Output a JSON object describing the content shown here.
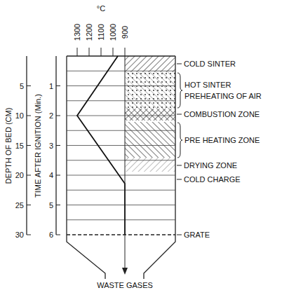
{
  "diagram": {
    "labels": [
      "1300",
      "1200",
      "1100",
      "1000",
      "900",
      "°C",
      "DEPTH OF BED (CM)",
      "TIME AFTER IGNITION (Min.)",
      "5",
      "10",
      "15",
      "20",
      "25",
      "30",
      "1",
      "2",
      "3",
      "4",
      "5",
      "6",
      "COLD SINTER",
      "HOT SINTER",
      "PREHEATING OF AIR",
      "COMBUSTION ZONE",
      "PRE HEATING ZONE",
      "DRYING ZONE",
      "COLD CHARGE",
      "GRATE",
      "WASTE GASES"
    ]
  }
}
